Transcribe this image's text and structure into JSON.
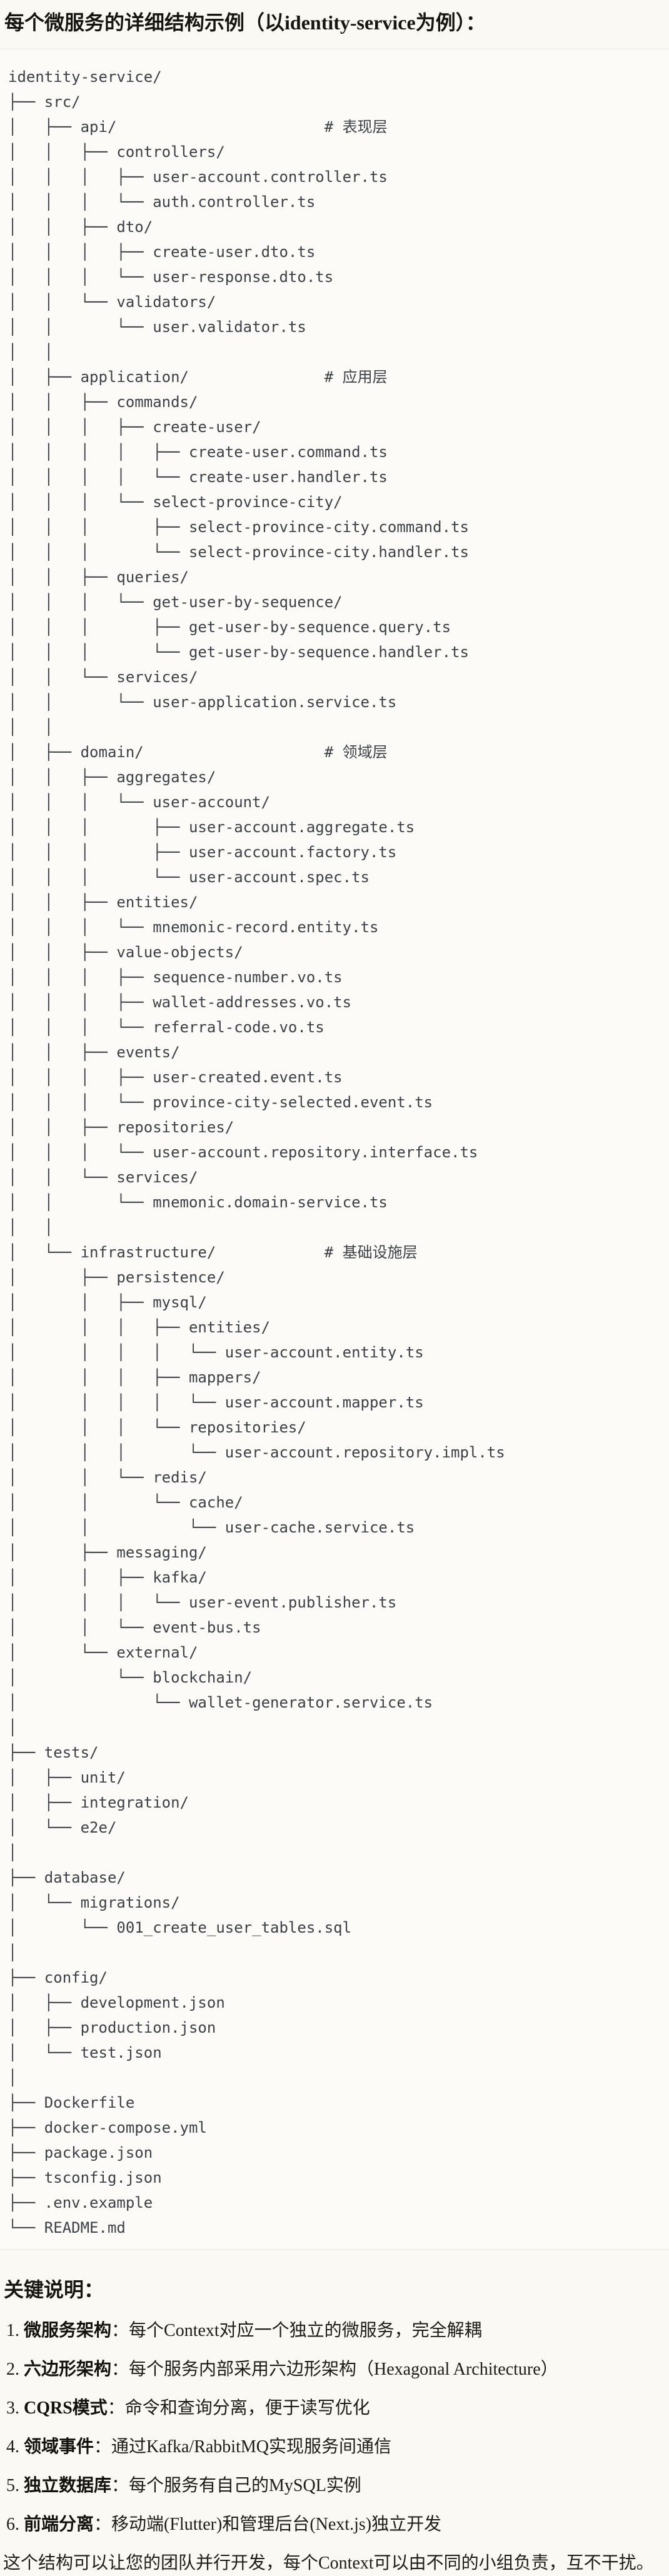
{
  "title": "每个微服务的详细结构示例（以identity-service为例）：",
  "colors": {
    "page_bg": "#FAF9F3",
    "code_bg": "#FCFBF8",
    "code_border": "#E9E6DF",
    "code_text": "#3C4147",
    "body_text": "#1E1C18"
  },
  "tree": {
    "layer_comments": [
      "# 表现层",
      "# 应用层",
      "# 领域层",
      "# 基础设施层"
    ],
    "lines": [
      "identity-service/",
      "├── src/",
      "│   ├── api/                       # 表现层",
      "│   │   ├── controllers/",
      "│   │   │   ├── user-account.controller.ts",
      "│   │   │   └── auth.controller.ts",
      "│   │   ├── dto/",
      "│   │   │   ├── create-user.dto.ts",
      "│   │   │   └── user-response.dto.ts",
      "│   │   └── validators/",
      "│   │       └── user.validator.ts",
      "│   │",
      "│   ├── application/               # 应用层",
      "│   │   ├── commands/",
      "│   │   │   ├── create-user/",
      "│   │   │   │   ├── create-user.command.ts",
      "│   │   │   │   └── create-user.handler.ts",
      "│   │   │   └── select-province-city/",
      "│   │   │       ├── select-province-city.command.ts",
      "│   │   │       └── select-province-city.handler.ts",
      "│   │   ├── queries/",
      "│   │   │   └── get-user-by-sequence/",
      "│   │   │       ├── get-user-by-sequence.query.ts",
      "│   │   │       └── get-user-by-sequence.handler.ts",
      "│   │   └── services/",
      "│   │       └── user-application.service.ts",
      "│   │",
      "│   ├── domain/                    # 领域层",
      "│   │   ├── aggregates/",
      "│   │   │   └── user-account/",
      "│   │   │       ├── user-account.aggregate.ts",
      "│   │   │       ├── user-account.factory.ts",
      "│   │   │       └── user-account.spec.ts",
      "│   │   ├── entities/",
      "│   │   │   └── mnemonic-record.entity.ts",
      "│   │   ├── value-objects/",
      "│   │   │   ├── sequence-number.vo.ts",
      "│   │   │   ├── wallet-addresses.vo.ts",
      "│   │   │   └── referral-code.vo.ts",
      "│   │   ├── events/",
      "│   │   │   ├── user-created.event.ts",
      "│   │   │   └── province-city-selected.event.ts",
      "│   │   ├── repositories/",
      "│   │   │   └── user-account.repository.interface.ts",
      "│   │   └── services/",
      "│   │       └── mnemonic.domain-service.ts",
      "│   │",
      "│   └── infrastructure/            # 基础设施层",
      "│       ├── persistence/",
      "│       │   ├── mysql/",
      "│       │   │   ├── entities/",
      "│       │   │   │   └── user-account.entity.ts",
      "│       │   │   ├── mappers/",
      "│       │   │   │   └── user-account.mapper.ts",
      "│       │   │   └── repositories/",
      "│       │   │       └── user-account.repository.impl.ts",
      "│       │   └── redis/",
      "│       │       └── cache/",
      "│       │           └── user-cache.service.ts",
      "│       ├── messaging/",
      "│       │   ├── kafka/",
      "│       │   │   └── user-event.publisher.ts",
      "│       │   └── event-bus.ts",
      "│       └── external/",
      "│           └── blockchain/",
      "│               └── wallet-generator.service.ts",
      "│",
      "├── tests/",
      "│   ├── unit/",
      "│   ├── integration/",
      "│   └── e2e/",
      "│",
      "├── database/",
      "│   └── migrations/",
      "│       └── 001_create_user_tables.sql",
      "│",
      "├── config/",
      "│   ├── development.json",
      "│   ├── production.json",
      "│   └── test.json",
      "│",
      "├── Dockerfile",
      "├── docker-compose.yml",
      "├── package.json",
      "├── tsconfig.json",
      "├── .env.example",
      "└── README.md"
    ]
  },
  "notes": {
    "heading": "关键说明：",
    "items": [
      {
        "num": "1.",
        "label": "微服务架构",
        "text": "：每个Context对应一个独立的微服务，完全解耦"
      },
      {
        "num": "2.",
        "label": "六边形架构",
        "text": "：每个服务内部采用六边形架构（Hexagonal Architecture）"
      },
      {
        "num": "3.",
        "label": "CQRS模式",
        "text": "：命令和查询分离，便于读写优化"
      },
      {
        "num": "4.",
        "label": "领域事件",
        "text": "：通过Kafka/RabbitMQ实现服务间通信"
      },
      {
        "num": "5.",
        "label": "独立数据库",
        "text": "：每个服务有自己的MySQL实例"
      },
      {
        "num": "6.",
        "label": "前端分离",
        "text": "：移动端(Flutter)和管理后台(Next.js)独立开发"
      }
    ],
    "footer": "这个结构可以让您的团队并行开发，每个Context可以由不同的小组负责，互不干扰。"
  }
}
